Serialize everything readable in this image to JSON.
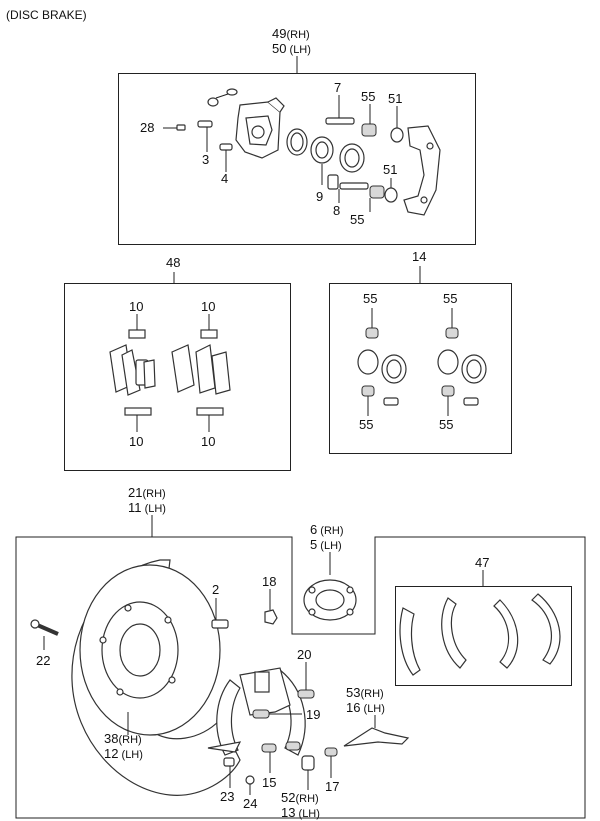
{
  "header": "(DISC BRAKE)",
  "labels": {
    "caliper_rh": "49",
    "caliper_rh_side": "(RH)",
    "caliper_lh": "50",
    "caliper_lh_side": "(LH)",
    "l7": "7",
    "l55a": "55",
    "l51a": "51",
    "l28": "28",
    "l3": "3",
    "l4": "4",
    "l9": "9",
    "l8": "8",
    "l55b": "55",
    "l51b": "51",
    "pad_kit": "48",
    "pad10a": "10",
    "pad10b": "10",
    "pad10c": "10",
    "pad10d": "10",
    "seal_kit": "14",
    "s55a": "55",
    "s55b": "55",
    "s55c": "55",
    "s55d": "55",
    "rear_rh": "21",
    "rear_rh_side": "(RH)",
    "rear_lh": "11",
    "rear_lh_side": "(LH)",
    "drum_rh": "6",
    "drum_rh_side": "(RH)",
    "drum_lh": "5",
    "drum_lh_side": "(LH)",
    "shoe_kit": "47",
    "r2": "2",
    "r18": "18",
    "r22": "22",
    "r20": "20",
    "r19": "19",
    "r53": "53",
    "r53_side": "(RH)",
    "r16": "16",
    "r16_side": "(LH)",
    "r38": "38",
    "r38_side": "(RH)",
    "r12": "12",
    "r12_side": "(LH)",
    "r23": "23",
    "r24": "24",
    "r15": "15",
    "r52": "52",
    "r52_side": "(RH)",
    "r13": "13",
    "r13_side": "(LH)",
    "r17": "17"
  }
}
